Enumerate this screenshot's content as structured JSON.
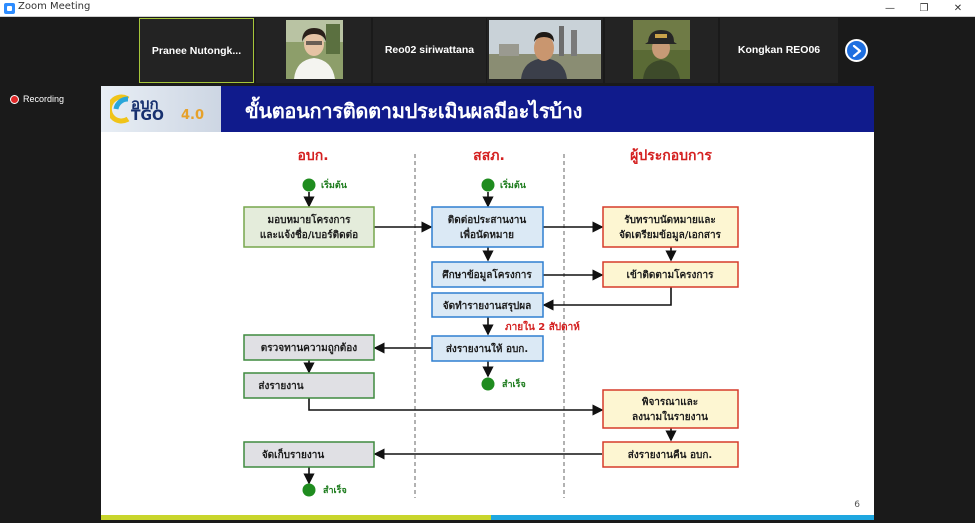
{
  "window": {
    "title": "Zoom Meeting",
    "controls": {
      "minimize": "—",
      "maximize": "❐",
      "close": "✕"
    }
  },
  "gallery": {
    "participants": [
      {
        "name": "Pranee  Nutongk...",
        "video": false,
        "active": true
      },
      {
        "name": "",
        "video": true
      },
      {
        "name": "Reo02 siriwattana",
        "video": false
      },
      {
        "name": "",
        "video": true
      },
      {
        "name": "",
        "video": true
      },
      {
        "name": "Kongkan REO06",
        "video": false
      }
    ],
    "next_icon": "chevron-right-icon"
  },
  "recording": {
    "label": "Recording"
  },
  "slide": {
    "title": "ขั้นตอนการติดตามประเมินผลมีอะไรบ้าง",
    "logo": {
      "line1": "อบก",
      "line2": "TGO",
      "version": "4.0"
    },
    "page_number": "6",
    "lanes": [
      "อบก.",
      "สสภ.",
      "ผู้ประกอบการ"
    ],
    "labels": {
      "start": "เริ่มต้น",
      "end": "สำเร็จ",
      "deadline": "ภายใน 2 สัปดาห์"
    },
    "boxes": {
      "assign": [
        "มอบหมายโครงการ",
        "และแจ้งชื่อ/เบอร์ติดต่อ"
      ],
      "coordinate": [
        "ติดต่อประสานงาน",
        "เพื่อนัดหมาย"
      ],
      "receive": [
        "รับทราบนัดหมายและ",
        "จัดเตรียมข้อมูล/เอกสาร"
      ],
      "study": [
        "ศึกษาข้อมูลโครงการ"
      ],
      "visit": [
        "เข้าติดตามโครงการ"
      ],
      "summary": [
        "จัดทำรายงานสรุปผล"
      ],
      "send_tgo": [
        "ส่งรายงานให้ อบก."
      ],
      "verify": [
        "ตรวจทานความถูกต้อง"
      ],
      "send_report": [
        "ส่งรายงาน"
      ],
      "consider": [
        "พิจารณาและ",
        "ลงนามในรายงาน"
      ],
      "file": [
        "จัดเก็บรายงาน"
      ],
      "return": [
        "ส่งรายงานคืน อบก."
      ]
    }
  },
  "colors": {
    "box_blue_fill": "#dbe9f5",
    "box_blue_stroke": "#2f7fd0",
    "box_green_fill": "#e4ecdb",
    "box_green_stroke": "#77a64d",
    "box_yellow_fill": "#fdf6d2",
    "box_yellow_stroke": "#d63b2a",
    "box_gray_fill": "#e0e0e4",
    "box_gray_stroke": "#3f8a3f",
    "start_dot": "#1f8c1f",
    "accent_red": "#d42020",
    "zoom_blue": "#2d8cff"
  }
}
